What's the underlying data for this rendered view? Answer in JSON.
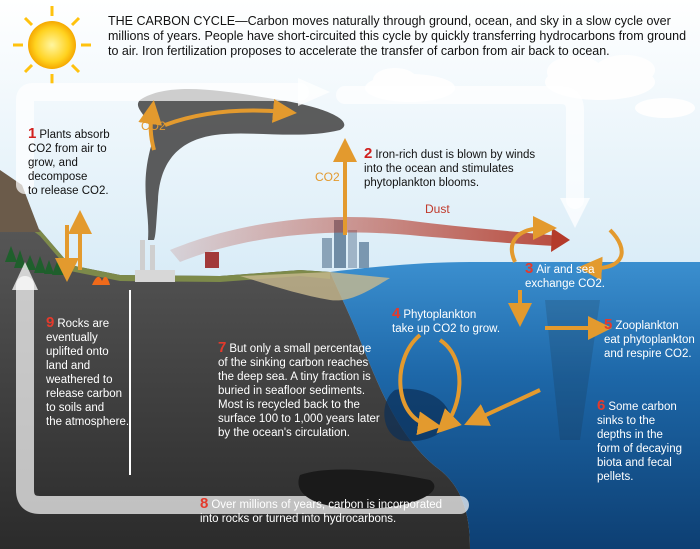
{
  "title": "THE CARBON CYCLE",
  "intro": "—Carbon moves naturally through ground, ocean, and sky in a slow cycle over millions of years. People have short-circuited this cycle by quickly transferring hydrocarbons from ground to air. Iron fertilization proposes to accelerate the transfer of carbon from air back to ocean.",
  "co2_labels": [
    "CO2",
    "CO2"
  ],
  "dust_label": "Dust",
  "steps": [
    {
      "num": "1",
      "text": "Plants absorb\nCO2 from air to\ngrow, and\ndecompose\nto release CO2."
    },
    {
      "num": "2",
      "text": "Iron-rich dust is blown by winds\ninto the ocean and stimulates\nphytoplankton blooms."
    },
    {
      "num": "3",
      "text": "Air and sea\nexchange CO2."
    },
    {
      "num": "4",
      "text": "Phytoplankton\ntake up CO2 to grow."
    },
    {
      "num": "5",
      "text": "Zooplankton\neat phytoplankton\nand respire CO2."
    },
    {
      "num": "6",
      "text": "Some carbon\nsinks to the\ndepths in the\nform of decaying\nbiota and fecal\npellets."
    },
    {
      "num": "7",
      "text": "But only a small percentage\nof the sinking carbon reaches\nthe deep sea. A tiny fraction is\nburied in seafloor sediments.\nMost is recycled back to the\nsurface 100 to 1,000 years later\nby the ocean's circulation."
    },
    {
      "num": "8",
      "text": "Over millions of years, carbon is incorporated\ninto rocks or turned into hydrocarbons."
    },
    {
      "num": "9",
      "text": "Rocks are\neventually\nuplifted onto\nland and\nweathered to\nrelease carbon\nto soils and\nthe atmosphere."
    }
  ],
  "colors": {
    "arrow_orange": "#e39a2e",
    "label_red": "#d0201e",
    "ocean": "#1f6fb0",
    "ground": "#3b3b3b"
  }
}
